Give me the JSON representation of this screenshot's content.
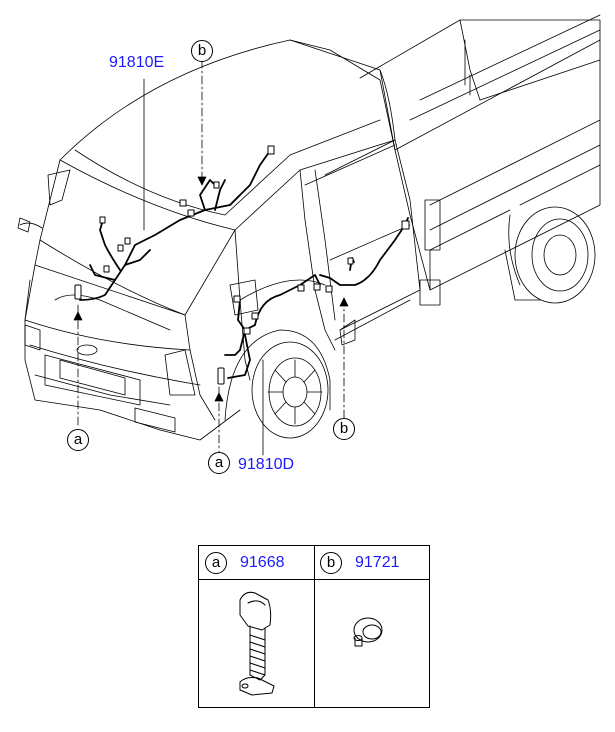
{
  "callouts": {
    "part_top": "91810E",
    "part_bottom": "91810D",
    "ref_a": "a",
    "ref_b": "b"
  },
  "parts_table": {
    "col_a": {
      "ref": "a",
      "part_no": "91668"
    },
    "col_b": {
      "ref": "b",
      "part_no": "91721"
    }
  },
  "colors": {
    "part_number": "#1a1aff",
    "line": "#000000"
  }
}
